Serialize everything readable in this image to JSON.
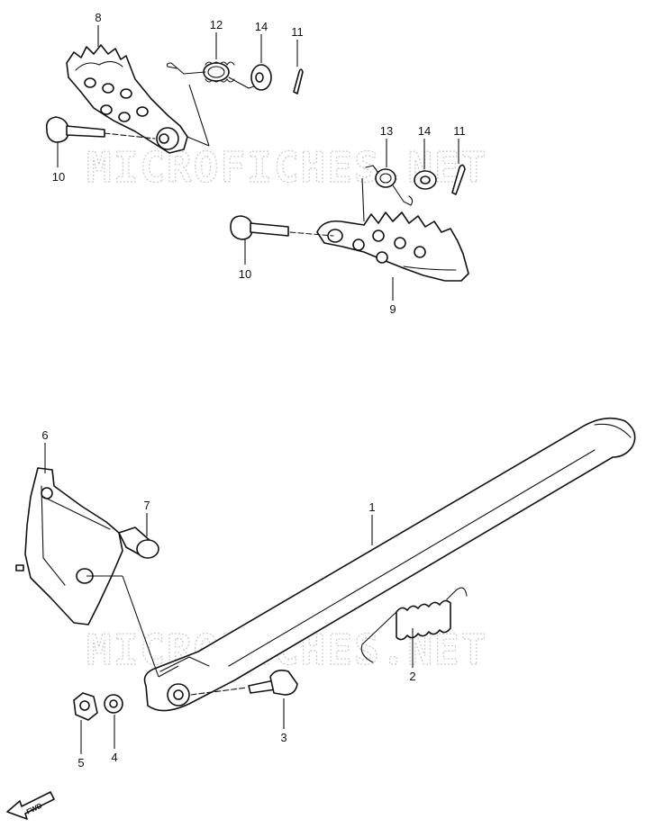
{
  "watermark": "MICROFICHES.NET",
  "callouts": {
    "c1": "1",
    "c2": "2",
    "c3": "3",
    "c4": "4",
    "c5": "5",
    "c6": "6",
    "c7": "7",
    "c8": "8",
    "c9": "9",
    "c10a": "10",
    "c10b": "10",
    "c11a": "11",
    "c11b": "11",
    "c12": "12",
    "c13": "13",
    "c14a": "14",
    "c14b": "14"
  },
  "direction_badge": "FWD"
}
